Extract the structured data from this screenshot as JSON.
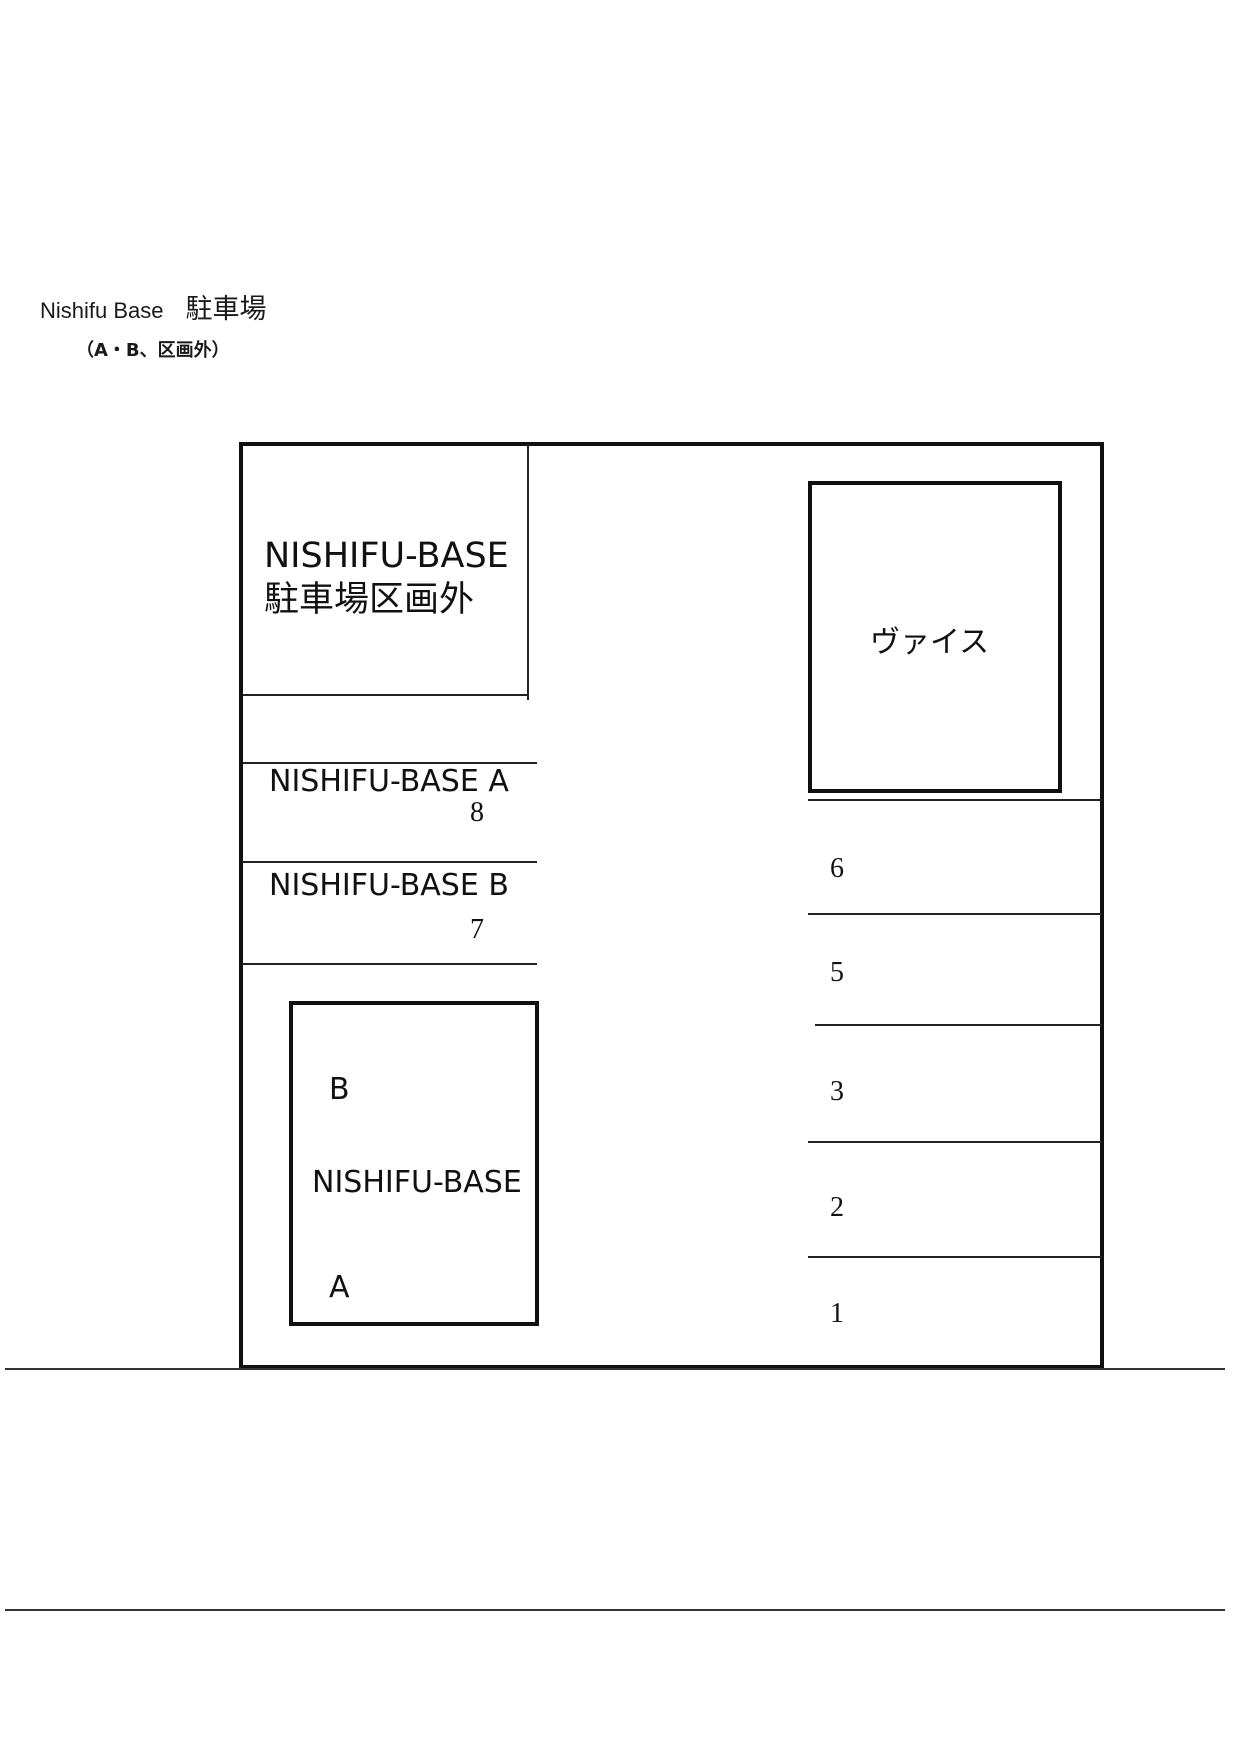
{
  "header": {
    "title_en": "Nishifu Base",
    "title_jp": "駐車場",
    "subtitle": "（A・B、区画外）"
  },
  "lot": {
    "outside_area": {
      "line1": "NISHIFU-BASE",
      "line2": "駐車場区画外"
    },
    "left_spaces": [
      {
        "label": "NISHIFU-BASE A",
        "number": "8"
      },
      {
        "label": "NISHIFU-BASE B",
        "number": "7"
      }
    ],
    "building_left": {
      "label": "NISHIFU-BASE",
      "top_tag": "B",
      "bottom_tag": "A"
    },
    "building_right": {
      "label": "ヴァイス"
    },
    "right_spaces": [
      "6",
      "5",
      "3",
      "2",
      "1"
    ]
  }
}
